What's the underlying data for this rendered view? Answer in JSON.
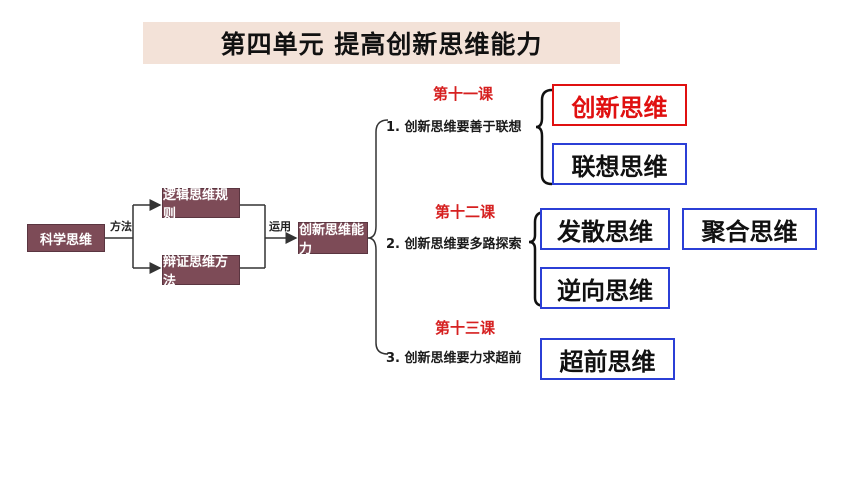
{
  "title": "第四单元  提高创新思维能力",
  "nodes": {
    "science": "科学思维",
    "logic": "逻辑思维规则",
    "dialectic": "辩证思维方法",
    "innovation": "创新思维能力"
  },
  "edge_labels": {
    "method": "方法",
    "apply": "运用"
  },
  "lessons": [
    {
      "lesson": "第十一课",
      "requirement": "1. 创新思维要善于联想",
      "boxes": [
        "创新思维",
        "联想思维"
      ]
    },
    {
      "lesson": "第十二课",
      "requirement": "2. 创新思维要多路探索",
      "boxes": [
        "发散思维",
        "聚合思维",
        "逆向思维"
      ]
    },
    {
      "lesson": "第十三课",
      "requirement": "3. 创新思维要力求超前",
      "boxes": [
        "超前思维"
      ]
    }
  ],
  "colors": {
    "node_fill": "#7d4b57",
    "title_bg": "#f3e2d8",
    "lesson_red": "#d62020",
    "box_blue": "#2b3fd6",
    "box_red": "#e01010"
  }
}
